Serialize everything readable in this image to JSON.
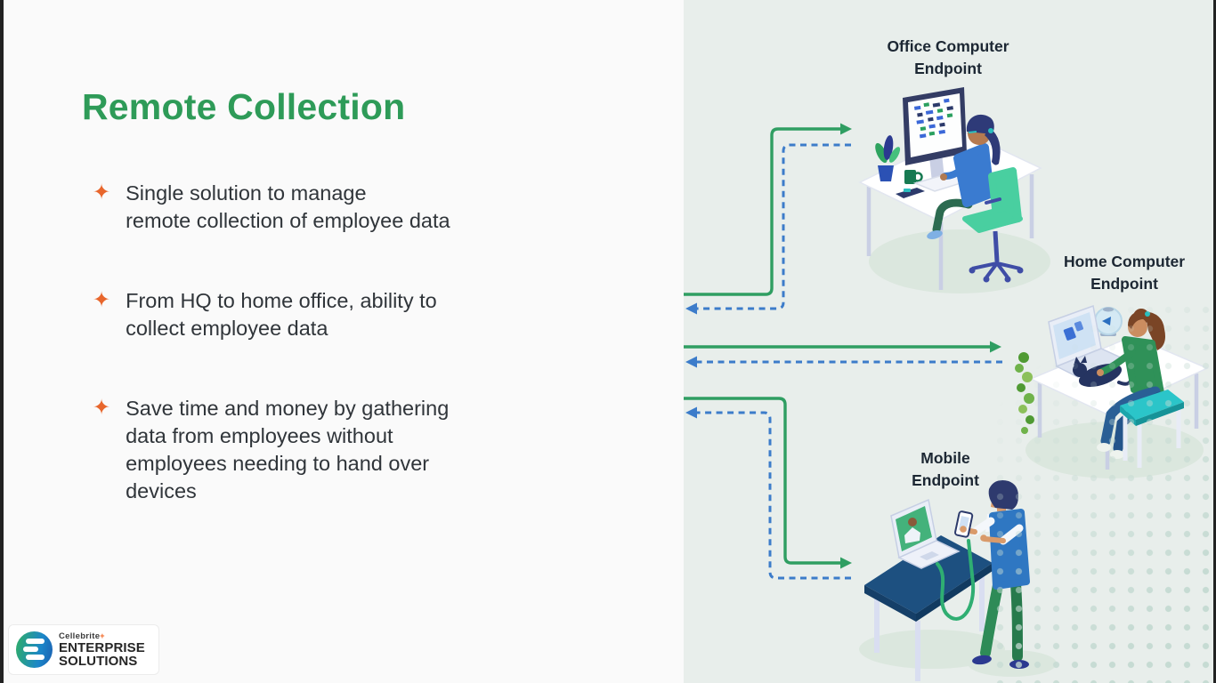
{
  "title": "Remote Collection",
  "bullet_glyph": "✦",
  "bullets": [
    {
      "lines": [
        "Single solution to manage",
        "remote collection of employee data"
      ]
    },
    {
      "lines": [
        "From HQ to home office, ability to",
        "collect employee data"
      ]
    },
    {
      "lines": [
        "Save time and money by gathering",
        "data from employees without",
        "employees needing to hand over",
        "devices"
      ]
    }
  ],
  "endpoints": [
    {
      "line1": "Office Computer",
      "line2": "Endpoint"
    },
    {
      "line1": "Home Computer",
      "line2": "Endpoint"
    },
    {
      "line1": "Mobile",
      "line2": "Endpoint"
    }
  ],
  "logo": {
    "brand": "Cellebrite",
    "mark": "+",
    "line1": "ENTERPRISE",
    "line2": "SOLUTIONS"
  },
  "colors": {
    "title_green": "#2e9b58",
    "bullet_orange": "#e8662c",
    "body_text": "#30353a",
    "panel_bg": "#e8eeeb",
    "arrow_green": "#2f9e62",
    "arrow_blue": "#3c7cca",
    "label_color": "#1c2733"
  }
}
